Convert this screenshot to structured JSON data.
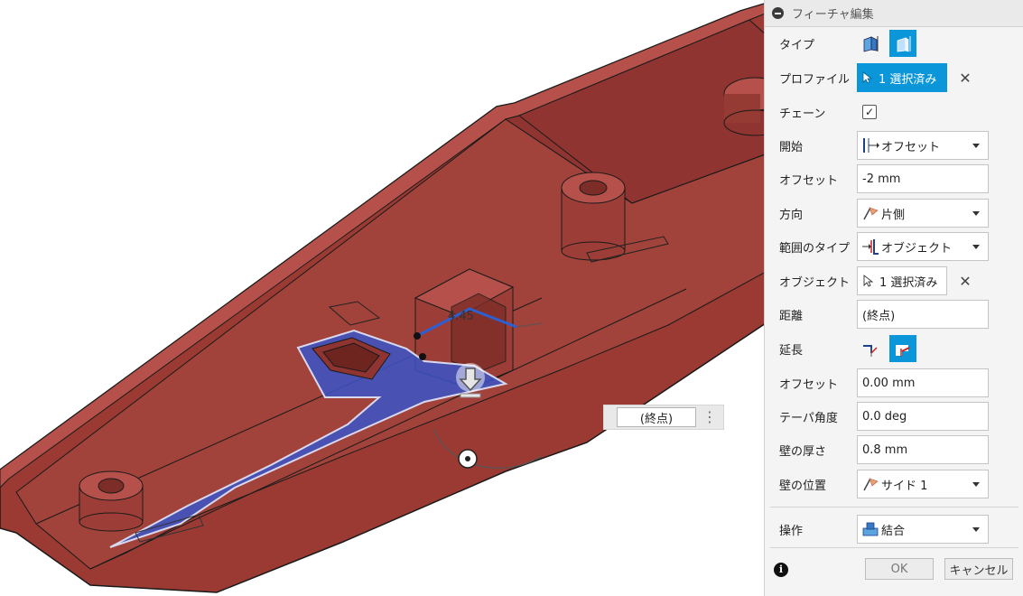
{
  "panel": {
    "title": "フィーチャ編集",
    "rows": {
      "type": {
        "label": "タイプ",
        "icons": [
          "solid-extrude-icon",
          "thin-extrude-icon"
        ]
      },
      "profile": {
        "label": "プロファイル",
        "value": "1 選択済み"
      },
      "chain": {
        "label": "チェーン",
        "checked": true
      },
      "start": {
        "label": "開始",
        "value": "オフセット"
      },
      "offset1": {
        "label": "オフセット",
        "value": "-2 mm"
      },
      "direction": {
        "label": "方向",
        "value": "片側"
      },
      "extent_type": {
        "label": "範囲のタイプ",
        "value": "オブジェクト"
      },
      "object": {
        "label": "オブジェクト",
        "value": "1 選択済み"
      },
      "distance": {
        "label": "距離",
        "value": "(終点)"
      },
      "extend": {
        "label": "延長",
        "icons": [
          "extend-adjacent-icon",
          "extend-to-face-icon"
        ]
      },
      "offset2": {
        "label": "オフセット",
        "value": "0.00 mm"
      },
      "taper": {
        "label": "テーパ角度",
        "value": "0.0 deg"
      },
      "thickness": {
        "label": "壁の厚さ",
        "value": "0.8 mm"
      },
      "wall_location": {
        "label": "壁の位置",
        "value": "サイド 1"
      },
      "operation": {
        "label": "操作",
        "value": "結合"
      }
    },
    "ok_label": "OK",
    "cancel_label": "キャンセル"
  },
  "viewport": {
    "mini_input_value": "(終点)",
    "dim_label": "4.45"
  },
  "colors": {
    "accent": "#0a96d9",
    "body": "#9b3a33",
    "selection": "#3a55c8"
  }
}
